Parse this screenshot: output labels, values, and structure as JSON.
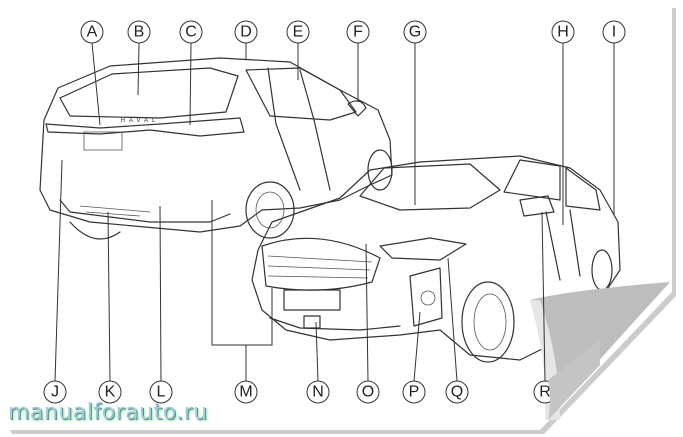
{
  "diagram": {
    "callouts_top": [
      "A",
      "B",
      "C",
      "D",
      "E",
      "F",
      "G",
      "H",
      "I"
    ],
    "callouts_bottom": [
      "J",
      "K",
      "L",
      "M",
      "N",
      "O",
      "P",
      "Q",
      "R"
    ],
    "rear_badge": "HAVAL",
    "watermark": "manualforauto.ru"
  },
  "colors": {
    "line": "#333333",
    "watermark": "#a9c9d6",
    "page_curl": "#bdbdbd"
  }
}
